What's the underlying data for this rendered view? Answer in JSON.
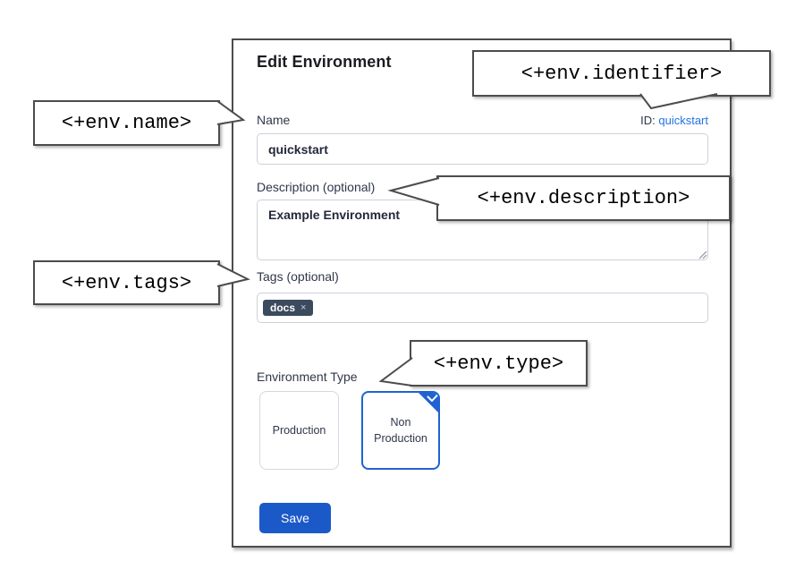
{
  "dialog": {
    "title": "Edit Environment",
    "name_field": {
      "label": "Name",
      "value": "quickstart"
    },
    "id_field": {
      "label": "ID:",
      "value": "quickstart"
    },
    "description_field": {
      "label": "Description (optional)",
      "value": "Example Environment"
    },
    "tags_field": {
      "label": "Tags (optional)",
      "tags": [
        "docs"
      ],
      "remove_icon": "×"
    },
    "environment_type": {
      "label": "Environment Type",
      "options": [
        {
          "label": "Production",
          "selected": false
        },
        {
          "label": "Non Production",
          "selected": true
        }
      ]
    },
    "save_button": "Save"
  },
  "callouts": [
    {
      "id": "name",
      "text": "<+env.name>"
    },
    {
      "id": "identifier",
      "text": "<+env.identifier>"
    },
    {
      "id": "description",
      "text": "<+env.description>"
    },
    {
      "id": "tags",
      "text": "<+env.tags>"
    },
    {
      "id": "type",
      "text": "<+env.type>"
    }
  ],
  "colors": {
    "accent_blue": "#1b59c8",
    "selected_card_blue": "#2062d1",
    "link_blue": "#2374e1",
    "tag_chip_bg": "#3c4a5d",
    "panel_border": "#4c4c4c"
  }
}
